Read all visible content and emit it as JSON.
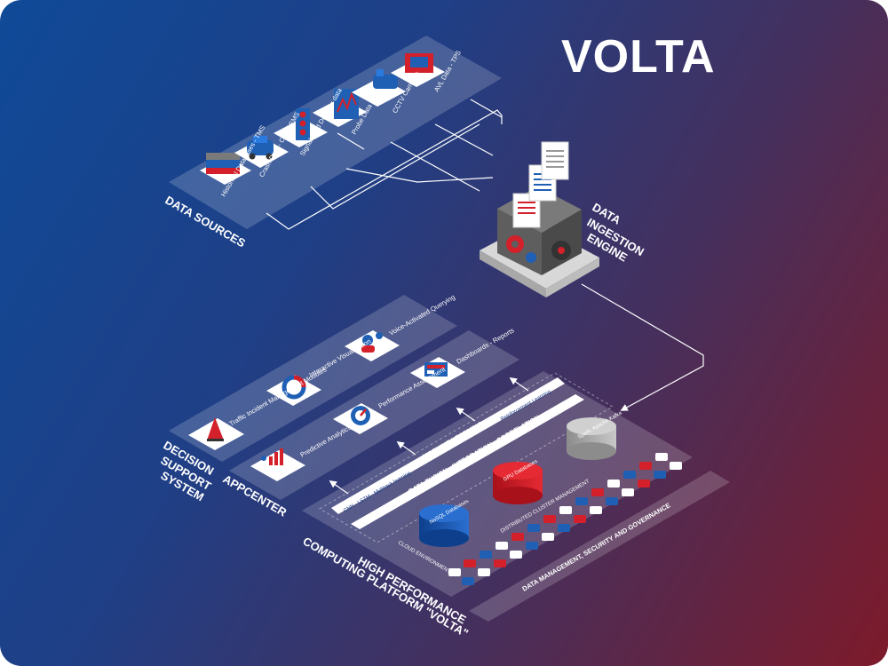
{
  "title": "VOLTA",
  "data_sources": {
    "label": "DATA SOURCES",
    "items": [
      "Historical Databases - TMS",
      "Crash Data - CAD / EMS",
      "Signals and Detector data",
      "Probe Data",
      "CCTV Cameras",
      "AVL Data - TPS"
    ]
  },
  "engine": {
    "line1": "DATA",
    "line2": "INGESTION",
    "line3": "ENGINE"
  },
  "dss": {
    "label1": "DECISION",
    "label2": "SUPPORT",
    "label3": "SYSTEM",
    "items": [
      "Traffic Incident Management Modules",
      "Interactive Visualization",
      "Voice-Activated Querying"
    ]
  },
  "appcenter": {
    "label": "APPCENTER",
    "items": [
      "Predictive Analytics",
      "Performance Assessment",
      "Dashboards - Reports"
    ]
  },
  "hpc": {
    "label1": "HIGH PERFORMANCE",
    "label2": "COMPUTING PLATFORM \"VOLTA\"",
    "ml_label": "MACHINE LEARNING",
    "ml_left": "CNN - LSTM - Multitask learning",
    "ml_right": "Reinforcement Learning",
    "fusion_label": "DATA FUSION - INTEGRATION - CORRELATION",
    "cluster_label": "DISTRIBUTED CLUSTER MANAGEMENT",
    "cloud_label": "CLOUD ENVIRONMENT",
    "db_nosql": "NoSQL Databases",
    "db_gpu": "GPU Databases",
    "db_spark": "Spark, Apache Kafka"
  },
  "governance": {
    "label": "DATA MANAGEMENT, SECURITY AND GOVERNANCE"
  },
  "colors": {
    "bg_left": "#0f4a98",
    "bg_right": "#7d1a2a",
    "accent_red": "#d3202a",
    "accent_blue": "#1f5fb4"
  }
}
